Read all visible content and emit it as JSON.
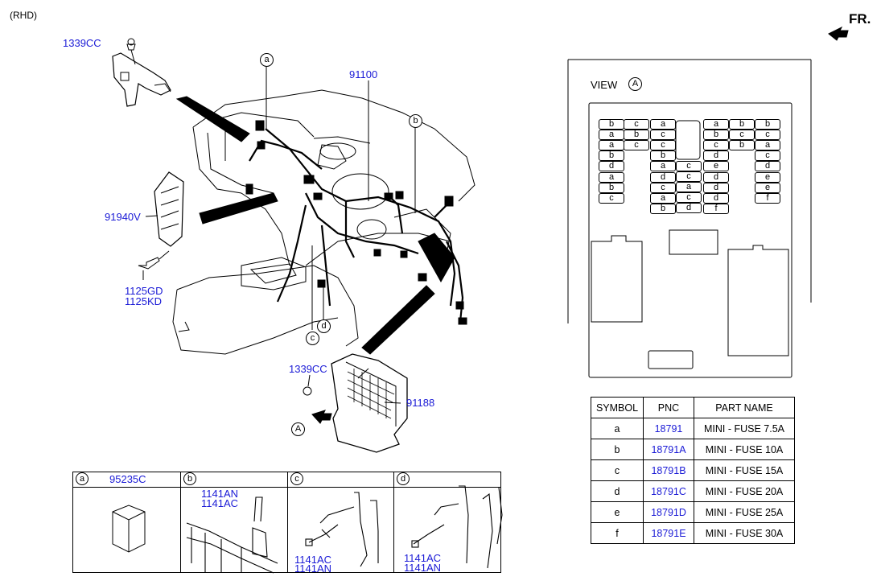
{
  "header": {
    "variant": "(RHD)",
    "front_label": "FR."
  },
  "callouts": {
    "nut_top": "1339CC",
    "harness": "91100",
    "junction_box_left": "91940V",
    "bolt_1": "1125GD",
    "bolt_2": "1125KD",
    "nut_bottom": "1339CC",
    "junction_box": "91188"
  },
  "markers": {
    "a": "a",
    "b": "b",
    "c": "c",
    "d": "d",
    "view": "A"
  },
  "view": {
    "label": "VIEW",
    "marker": "A"
  },
  "fuse_grid": {
    "col1": [
      "b",
      "a",
      "a",
      "b",
      "d",
      "a",
      "b",
      "c"
    ],
    "col2": [
      "c",
      "b",
      "c"
    ],
    "col3": [
      "a",
      "c",
      "c",
      "b",
      "a",
      "d",
      "c",
      "a",
      "b"
    ],
    "col4": [
      "c",
      "c",
      "a",
      "c",
      "d"
    ],
    "col5": [
      "a",
      "b",
      "c",
      "d",
      "e",
      "d",
      "d",
      "d",
      "f"
    ],
    "col6": [
      "b",
      "c",
      "b"
    ],
    "col7": [
      "b",
      "c",
      "a",
      "c",
      "d",
      "e",
      "e",
      "f"
    ]
  },
  "table": {
    "headers": [
      "SYMBOL",
      "PNC",
      "PART NAME"
    ],
    "rows": [
      {
        "symbol": "a",
        "pnc": "18791",
        "name": "MINI - FUSE 7.5A"
      },
      {
        "symbol": "b",
        "pnc": "18791A",
        "name": "MINI - FUSE 10A"
      },
      {
        "symbol": "c",
        "pnc": "18791B",
        "name": "MINI - FUSE 15A"
      },
      {
        "symbol": "d",
        "pnc": "18791C",
        "name": "MINI - FUSE 20A"
      },
      {
        "symbol": "e",
        "pnc": "18791D",
        "name": "MINI - FUSE 25A"
      },
      {
        "symbol": "f",
        "pnc": "18791E",
        "name": "MINI - FUSE 30A"
      }
    ]
  },
  "detail_boxes": {
    "a": {
      "marker": "a",
      "part": "95235C"
    },
    "b": {
      "marker": "b",
      "part_1": "1141AN",
      "part_2": "1141AC"
    },
    "c": {
      "marker": "c",
      "part_1": "1141AC",
      "part_2": "1141AN"
    },
    "d": {
      "marker": "d",
      "part_1": "1141AC",
      "part_2": "1141AN"
    }
  }
}
